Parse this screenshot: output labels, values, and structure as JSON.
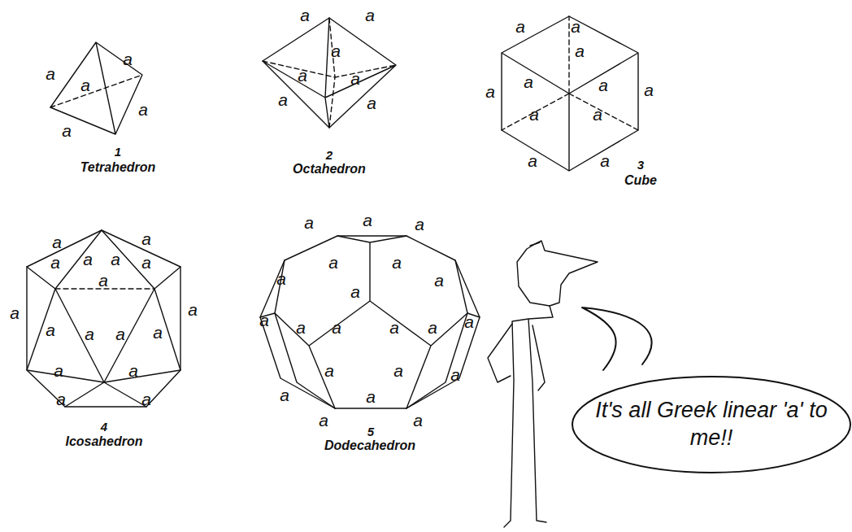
{
  "diagram": {
    "nodes": [
      {
        "text": [
          "It's all Greek linear 'a' to me!!"
        ]
      }
    ],
    "labels": [
      "a",
      "a",
      "a",
      "a",
      "a",
      "1",
      "Tetrahedron",
      "a",
      "a",
      "a",
      "a",
      "a",
      "a",
      "a",
      "2",
      "Octahedron",
      "a",
      "a",
      "a",
      "a",
      "a",
      "a",
      "a",
      "a",
      "a",
      "a",
      "a",
      "3",
      "Cube",
      "a",
      "a",
      "a",
      "a",
      "a",
      "a",
      "a",
      "a",
      "a",
      "a",
      "a",
      "a",
      "a",
      "a",
      "a",
      "a",
      "a",
      "4",
      "Icosahedron",
      "a",
      "a",
      "a",
      "a",
      "a",
      "a",
      "a",
      "a",
      "a",
      "a",
      "a",
      "a",
      "a",
      "a",
      "a",
      "a",
      "a",
      "a",
      "a",
      "a",
      "a",
      "5",
      "Dodecahedron"
    ]
  }
}
